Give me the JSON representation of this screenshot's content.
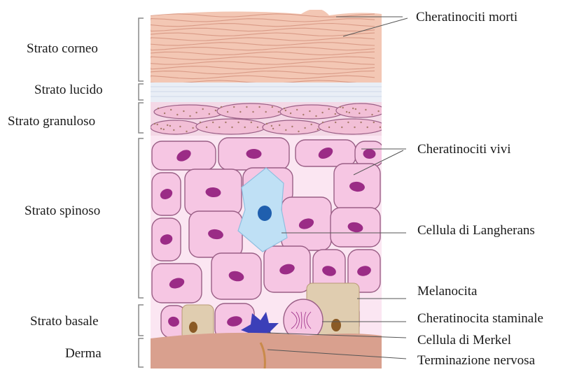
{
  "layers": [
    {
      "id": "corneo",
      "label": "Strato corneo"
    },
    {
      "id": "lucido",
      "label": "Strato lucido"
    },
    {
      "id": "granuloso",
      "label": "Strato granuloso"
    },
    {
      "id": "spinoso",
      "label": "Strato spinoso"
    },
    {
      "id": "basale",
      "label": "Strato basale"
    },
    {
      "id": "derma",
      "label": "Derma"
    }
  ],
  "structures": [
    {
      "id": "cheratinociti-morti",
      "label": "Cheratinociti  morti"
    },
    {
      "id": "cheratinociti-vivi",
      "label": "Cheratinociti  vivi"
    },
    {
      "id": "cellula-langherans",
      "label": "Cellula di Langherans"
    },
    {
      "id": "melanocita",
      "label": "Melanocita"
    },
    {
      "id": "cheratinocita-staminale",
      "label": "Cheratinocita staminale"
    },
    {
      "id": "cellula-merkel",
      "label": "Cellula di Merkel"
    },
    {
      "id": "terminazione-nervosa",
      "label": "Terminazione nervosa"
    }
  ],
  "colors": {
    "cornified": "#f3c7b4",
    "cornified_line": "#d99a86",
    "lucid": "#e9eef6",
    "cell_fill": "#f6c6e3",
    "cell_stroke": "#9a5f86",
    "nucleus": "#9b2c86",
    "langerhans": "#bfe0f5",
    "langerhans_nucleus": "#1f5fae",
    "melanocyte": "#e0cdb0",
    "merkel": "#3b3fb8",
    "derma": "#d9a08e",
    "nerve": "#c98a4a"
  }
}
